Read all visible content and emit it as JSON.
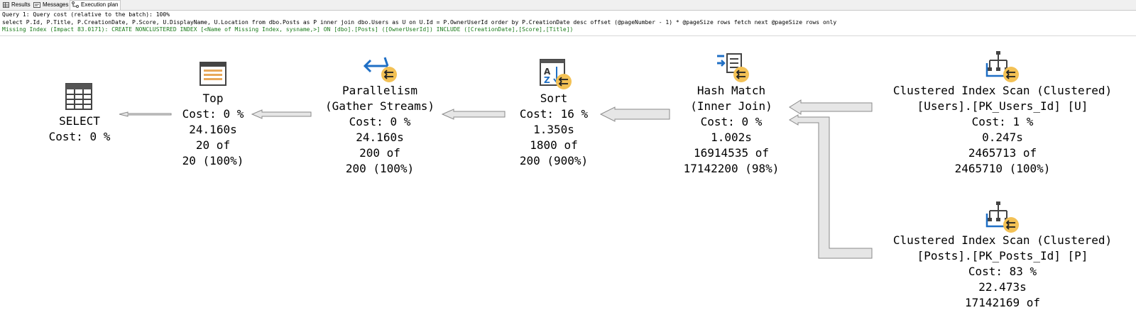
{
  "tabs": [
    {
      "label": "Results",
      "icon": "grid-icon"
    },
    {
      "label": "Messages",
      "icon": "messages-icon"
    },
    {
      "label": "Execution plan",
      "icon": "plan-icon"
    }
  ],
  "header": {
    "query_cost_line": "Query 1: Query cost (relative to the batch): 100%",
    "sql_line": "select P.Id, P.Title, P.CreationDate, P.Score, U.DisplayName, U.Location from dbo.Posts as P inner join dbo.Users as U on U.Id = P.OwnerUserId order by P.CreationDate desc offset (@pageNumber - 1) * @pageSize rows fetch next @pageSize rows only",
    "missing_index_line": "Missing Index (Impact 83.0171): CREATE NONCLUSTERED INDEX [<Name of Missing Index, sysname,>] ON [dbo].[Posts] ([OwnerUserId]) INCLUDE ([CreationDate],[Score],[Title])"
  },
  "colors": {
    "missing_index_text": "#1a7a1a",
    "icon_blue": "#1f6fc5",
    "icon_badge": "#f3c155",
    "arrow_fill": "#e6e6e6",
    "arrow_stroke": "#8a8a8a"
  },
  "plan_nodes": [
    {
      "id": "select",
      "icon": "select-icon",
      "lines": [
        "SELECT",
        "Cost: 0 %"
      ]
    },
    {
      "id": "top",
      "icon": "top-icon",
      "lines": [
        "Top",
        "Cost: 0 %",
        "24.160s",
        "20 of",
        "20 (100%)"
      ]
    },
    {
      "id": "parallelism",
      "icon": "parallelism-icon",
      "lines": [
        "Parallelism",
        "(Gather Streams)",
        "Cost: 0 %",
        "24.160s",
        "200 of",
        "200 (100%)"
      ]
    },
    {
      "id": "sort",
      "icon": "sort-icon",
      "lines": [
        "Sort",
        "Cost: 16 %",
        "1.350s",
        "1800 of",
        "200 (900%)"
      ]
    },
    {
      "id": "hash-match",
      "icon": "hash-match-icon",
      "lines": [
        "Hash Match",
        "(Inner Join)",
        "Cost: 0 %",
        "1.002s",
        "16914535 of",
        "17142200 (98%)"
      ]
    },
    {
      "id": "users-scan",
      "icon": "clustered-index-scan-icon",
      "lines": [
        "Clustered Index Scan (Clustered)",
        "[Users].[PK_Users_Id] [U]",
        "Cost: 1 %",
        "0.247s",
        "2465713 of",
        "2465710 (100%)"
      ]
    },
    {
      "id": "posts-scan",
      "icon": "clustered-index-scan-icon",
      "lines": [
        "Clustered Index Scan (Clustered)",
        "[Posts].[PK_Posts_Id] [P]",
        "Cost: 83 %",
        "22.473s",
        "17142169 of"
      ]
    }
  ]
}
